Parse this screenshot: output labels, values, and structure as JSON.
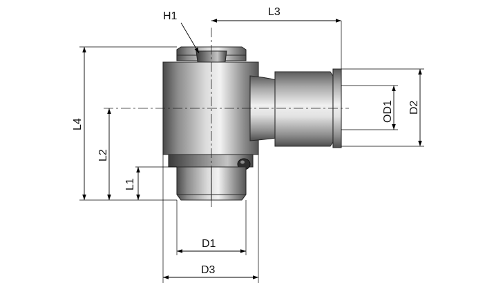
{
  "drawing": {
    "labels": {
      "h1": "H1",
      "l3": "L3",
      "l4": "L4",
      "l2": "L2",
      "l1": "L1",
      "od1": "OD1",
      "d2": "D2",
      "d1": "D1",
      "d3": "D3"
    },
    "colors": {
      "line": "#000000",
      "metal_dark": "#5a5a5a",
      "metal_mid": "#9a9a9a",
      "metal_light": "#e6e6e6"
    }
  }
}
